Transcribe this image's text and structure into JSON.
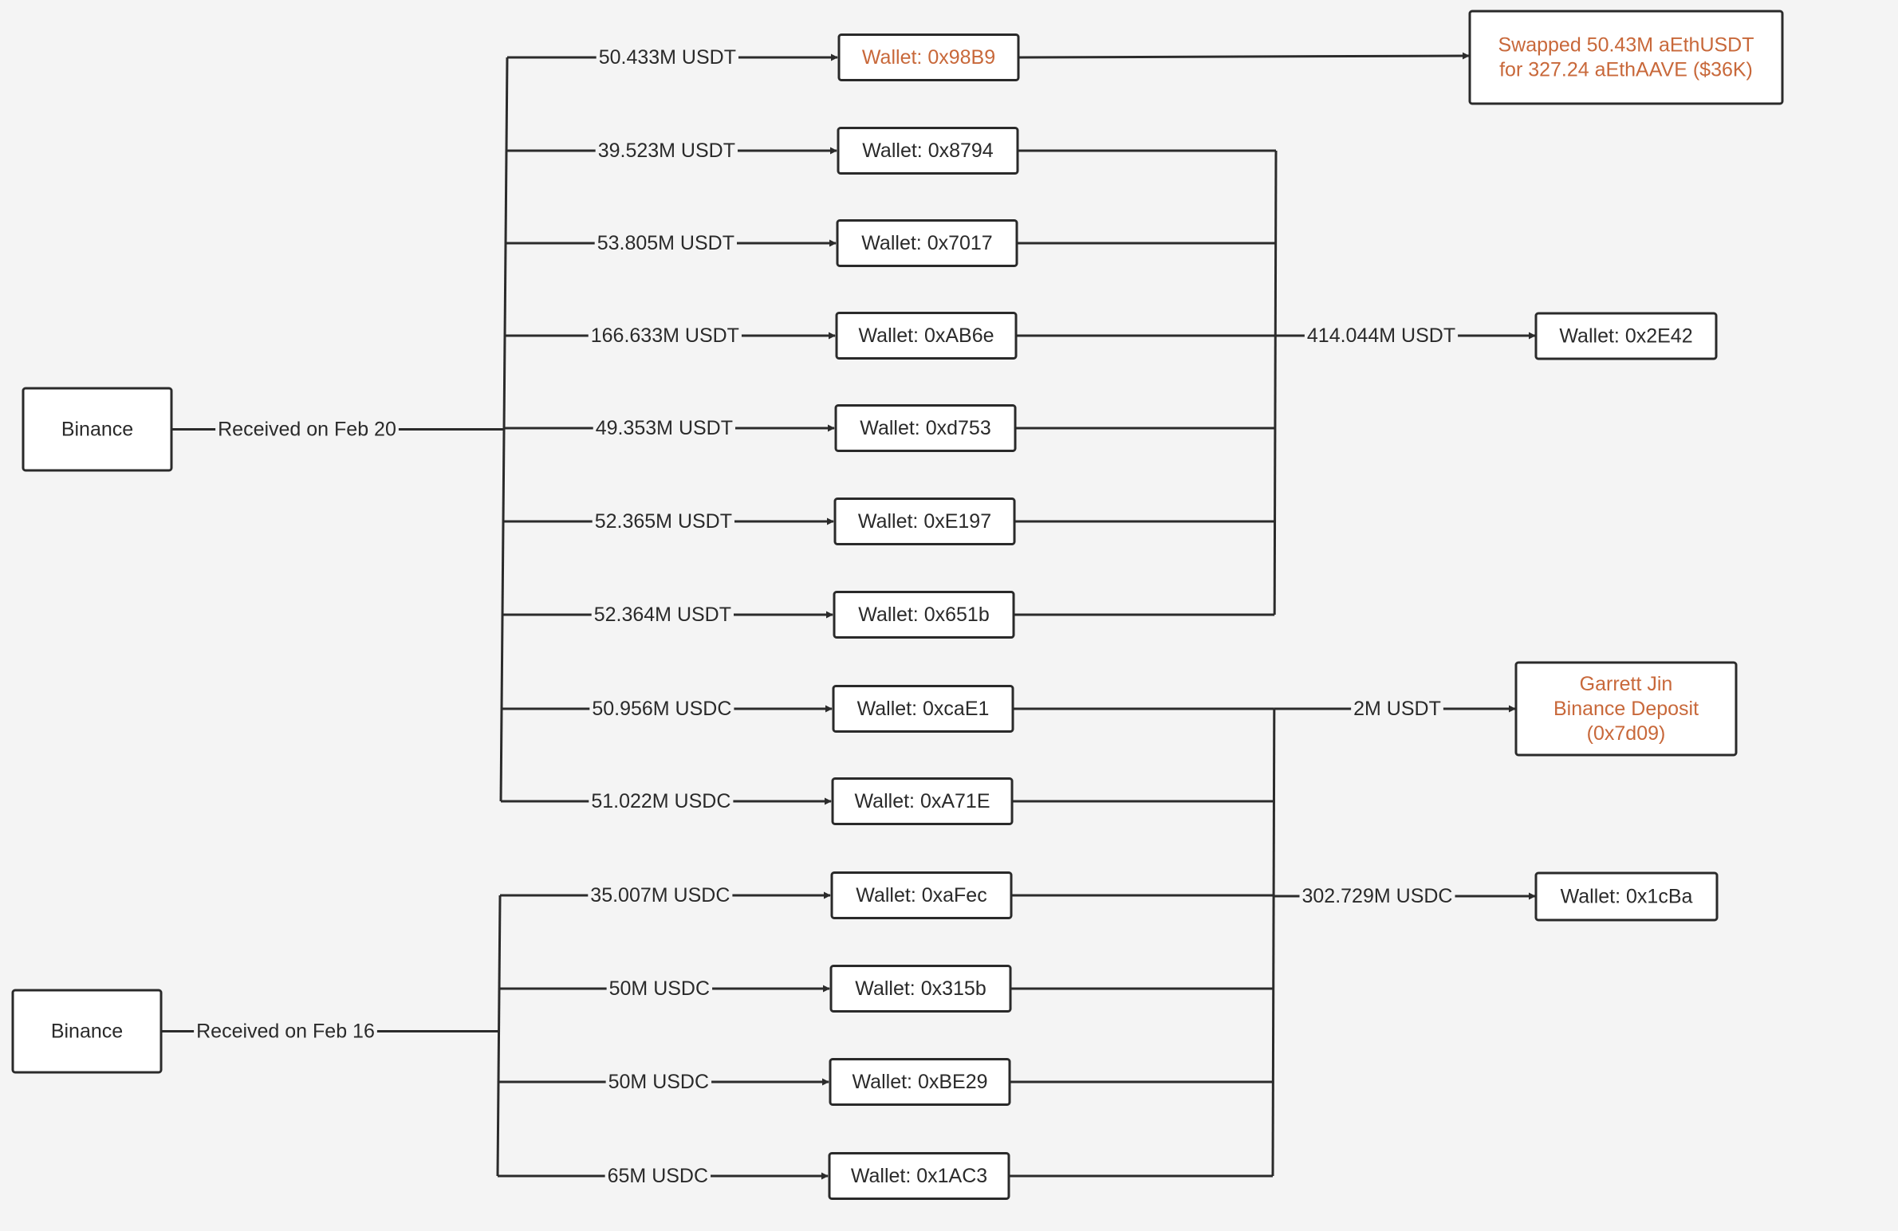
{
  "colors": {
    "background": "#f4f4f4",
    "line": "#2b2b2b",
    "box_border": "#2a2a2a",
    "text": "#2a2a2a",
    "accent_text": "#c8683a"
  },
  "sources": [
    {
      "id": "binance_feb20",
      "label": "Binance",
      "edge_label": "Received on Feb 20"
    },
    {
      "id": "binance_feb16",
      "label": "Binance",
      "edge_label": "Received on Feb 16"
    }
  ],
  "wallets": [
    {
      "id": "w98B9",
      "label": "Wallet: 0x98B9",
      "amount": "50.433M USDT",
      "accent": true
    },
    {
      "id": "w8794",
      "label": "Wallet: 0x8794",
      "amount": "39.523M USDT"
    },
    {
      "id": "w7017",
      "label": "Wallet: 0x7017",
      "amount": "53.805M USDT"
    },
    {
      "id": "wAB6e",
      "label": "Wallet: 0xAB6e",
      "amount": "166.633M USDT"
    },
    {
      "id": "wd753",
      "label": "Wallet: 0xd753",
      "amount": "49.353M USDT"
    },
    {
      "id": "wE197",
      "label": "Wallet: 0xE197",
      "amount": "52.365M USDT"
    },
    {
      "id": "w651b",
      "label": "Wallet: 0x651b",
      "amount": "52.364M USDT"
    },
    {
      "id": "wcaE1",
      "label": "Wallet: 0xcaE1",
      "amount": "50.956M USDC"
    },
    {
      "id": "wA71E",
      "label": "Wallet: 0xA71E",
      "amount": "51.022M USDC"
    },
    {
      "id": "waFec",
      "label": "Wallet: 0xaFec",
      "amount": "35.007M USDC"
    },
    {
      "id": "w315b",
      "label": "Wallet: 0x315b",
      "amount": "50M USDC"
    },
    {
      "id": "wBE29",
      "label": "Wallet: 0xBE29",
      "amount": "50M USDC"
    },
    {
      "id": "w1AC3",
      "label": "Wallet: 0x1AC3",
      "amount": "65M USDC"
    }
  ],
  "destinations": [
    {
      "id": "swap",
      "lines": [
        "Swapped 50.43M aEthUSDT",
        "for 327.24 aEthAAVE ($36K)"
      ],
      "accent": true
    },
    {
      "id": "w2E42",
      "lines": [
        "Wallet: 0x2E42"
      ],
      "edge_label": "414.044M USDT"
    },
    {
      "id": "garrett",
      "lines": [
        "Garrett Jin",
        "Binance Deposit",
        "(0x7d09)"
      ],
      "edge_label": "2M USDT",
      "accent": true
    },
    {
      "id": "w1cBa",
      "lines": [
        "Wallet: 0x1cBa"
      ],
      "edge_label": "302.729M USDC"
    }
  ]
}
